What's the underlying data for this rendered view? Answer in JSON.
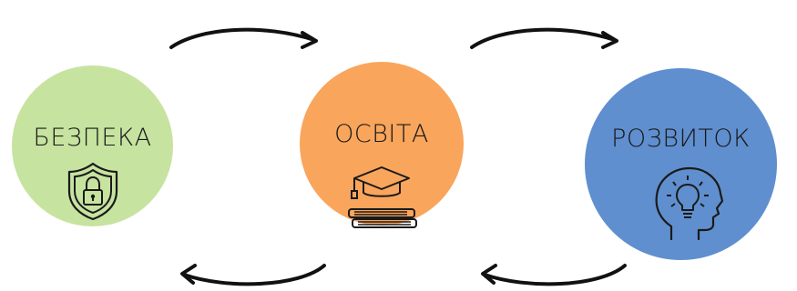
{
  "nodes": [
    {
      "id": "safety",
      "label": "БЕЗПЕКА",
      "color": "#c7e3a0",
      "icon": "shield-lock-icon"
    },
    {
      "id": "education",
      "label": "ОСВІТА",
      "color": "#f9a55c",
      "icon": "graduation-cap-books-icon"
    },
    {
      "id": "development",
      "label": "РОЗВИТОК",
      "color": "#5f8fcf",
      "icon": "head-lightbulb-icon"
    }
  ],
  "arrows": [
    {
      "from": "safety",
      "to": "education",
      "direction": "forward"
    },
    {
      "from": "education",
      "to": "development",
      "direction": "forward"
    },
    {
      "from": "education",
      "to": "safety",
      "direction": "backward"
    },
    {
      "from": "development",
      "to": "education",
      "direction": "backward"
    }
  ]
}
